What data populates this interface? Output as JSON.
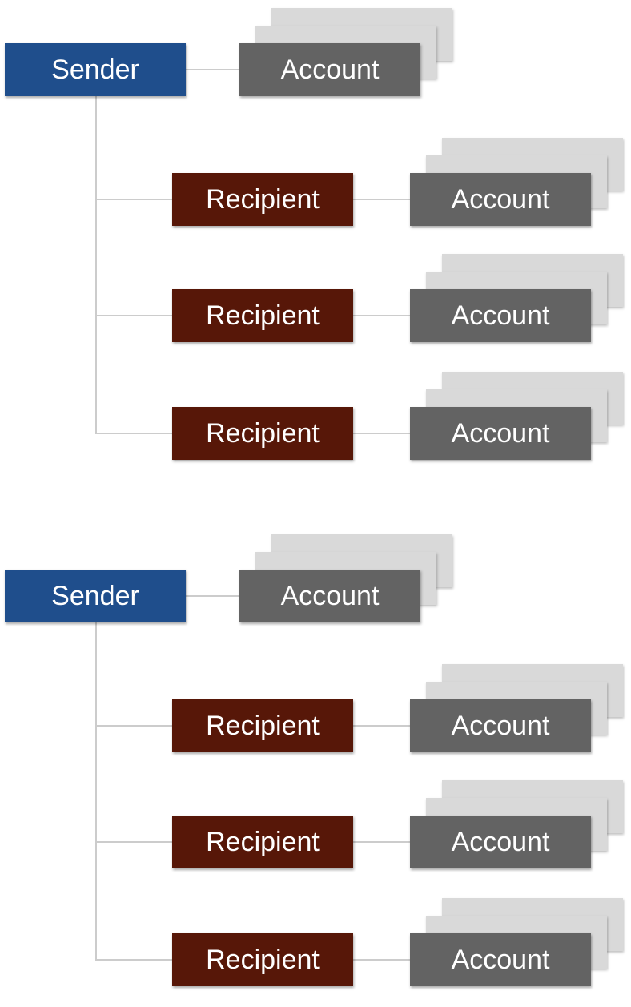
{
  "colors": {
    "sender": "#1f4e8c",
    "recipient": "#571708",
    "account": "#636363",
    "account_stack": "#d9d9d9",
    "connector": "#cccccc"
  },
  "groups": [
    {
      "sender": {
        "label": "Sender",
        "account": "Account"
      },
      "recipients": [
        {
          "label": "Recipient",
          "account": "Account"
        },
        {
          "label": "Recipient",
          "account": "Account"
        },
        {
          "label": "Recipient",
          "account": "Account"
        }
      ]
    },
    {
      "sender": {
        "label": "Sender",
        "account": "Account"
      },
      "recipients": [
        {
          "label": "Recipient",
          "account": "Account"
        },
        {
          "label": "Recipient",
          "account": "Account"
        },
        {
          "label": "Recipient",
          "account": "Account"
        }
      ]
    }
  ]
}
